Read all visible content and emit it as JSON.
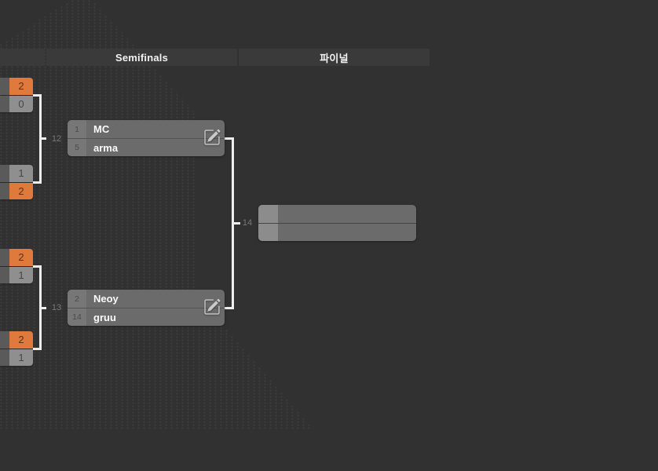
{
  "view": {
    "name": "tournament-bracket"
  },
  "columns": [
    {
      "label": ""
    },
    {
      "label": "Semifinals"
    },
    {
      "label": "파이널"
    }
  ],
  "feeders": [
    {
      "position": "top-left",
      "rows": [
        {
          "score": "2",
          "result": "winner"
        },
        {
          "score": "0",
          "result": "loser"
        }
      ]
    },
    {
      "position": "mid-left",
      "rows": [
        {
          "score": "1",
          "result": "loser"
        },
        {
          "score": "2",
          "result": "winner"
        }
      ]
    },
    {
      "position": "lower-left",
      "rows": [
        {
          "score": "2",
          "result": "winner"
        },
        {
          "score": "1",
          "result": "loser"
        }
      ]
    },
    {
      "position": "bottom-left",
      "rows": [
        {
          "score": "2",
          "result": "winner"
        },
        {
          "score": "1",
          "result": "loser"
        }
      ]
    }
  ],
  "matches": [
    {
      "number": "12",
      "players": [
        {
          "seed": "1",
          "name": "MC"
        },
        {
          "seed": "5",
          "name": "arma"
        }
      ],
      "editable": true
    },
    {
      "number": "13",
      "players": [
        {
          "seed": "2",
          "name": "Neoy"
        },
        {
          "seed": "14",
          "name": "gruu"
        }
      ],
      "editable": true
    },
    {
      "number": "14",
      "players": [
        {
          "seed": "",
          "name": ""
        },
        {
          "seed": "",
          "name": ""
        }
      ],
      "editable": false
    }
  ],
  "icons": {
    "edit": "pencil-square-icon"
  },
  "colors": {
    "background": "#313131",
    "header_bg": "#3a3a3a",
    "winner_score_bg": "#e0793c",
    "loser_score_bg": "#8f8f8f",
    "match_body": "#6b6b6b",
    "seed_column": "#777777",
    "empty_seed_column": "#8c8c8c",
    "connector": "#ededed"
  }
}
